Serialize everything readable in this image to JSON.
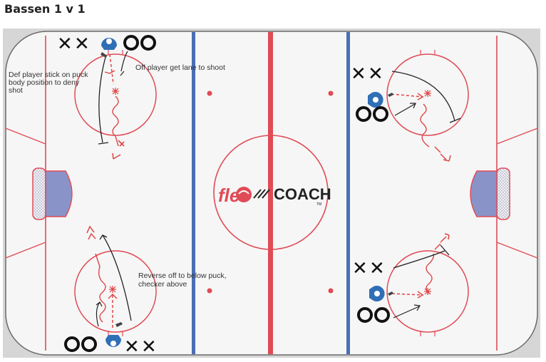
{
  "page": {
    "title": "Bassen 1 v 1"
  },
  "rink": {
    "logo": {
      "prefix": "fle",
      "suffix": "COACH",
      "tm": "TM"
    },
    "notes": {
      "def_player": [
        "Def player stick on puck",
        "body position to deny",
        "shot"
      ],
      "off_player": "Off player get lane to shoot",
      "reverse": [
        "Reverse off to below puck,",
        "checker above"
      ]
    },
    "player_marks": {
      "x": "✕",
      "o": "○"
    }
  },
  "colors": {
    "ice": "#f6f6f6",
    "board": "#555555",
    "red_line": "#e04b55",
    "blue_line": "#4a6fb4",
    "crease": "#8a93c8",
    "player_blue": "#2f6fb6",
    "drill_red": "#e04444"
  }
}
